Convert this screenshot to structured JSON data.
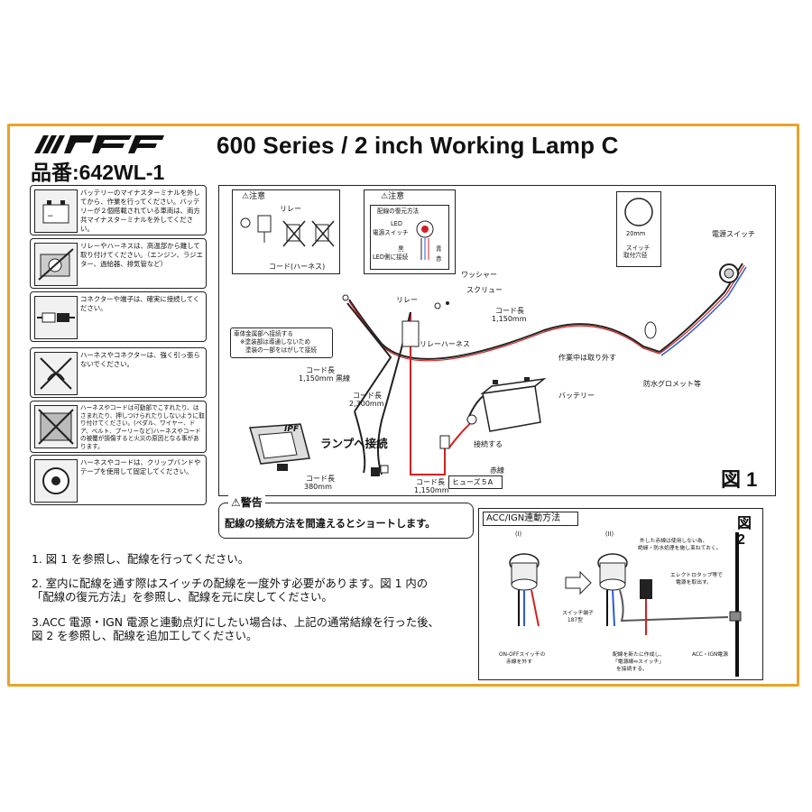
{
  "header": {
    "logo": "IPF",
    "title": "600 Series / 2 inch Working Lamp C",
    "part_number": "品番:642WL-1"
  },
  "tips": [
    {
      "icon": "battery-terminal-icon",
      "text": "バッテリーのマイナスターミナルを外してから、作業を行ってください。バッテリーが２個搭載されている車両は、両方共マイナスターミナルを外してください。"
    },
    {
      "icon": "engine-heat-icon",
      "text": "リレーやハーネスは、高温部から離して取り付けてください。（エンジン、ラジエター、過給器、排気管など）"
    },
    {
      "icon": "connector-icon",
      "text": "コネクターや端子は、確実に接続してください。"
    },
    {
      "icon": "pull-prohibited-icon",
      "text": "ハーネスやコネクターは、強く引っ張らないでください。"
    },
    {
      "icon": "moving-parts-icon",
      "text": "ハーネスやコードは可動部でこすれたり、はさまれたり、押しつけられたりしないように取り付けてください。(ペダル、ワイヤー、ドア、ベルト、プーリーなど)ハーネスやコードの被覆が損傷すると火災の原因となる事があります。"
    },
    {
      "icon": "clip-band-icon",
      "text": "ハーネスやコードは、クリップバンドやテープを使用して固定してください。"
    }
  ],
  "figure1": {
    "caution1": {
      "title": "注意",
      "relay": "リレー",
      "cord": "コード(ハーネス)"
    },
    "caution2": {
      "title": "注意",
      "heading": "配線の復元方法",
      "led": "LED",
      "switch": "電源スイッチ",
      "black": "黒",
      "led_side": "LED側に接続",
      "blue": "青",
      "red": "赤"
    },
    "hole": {
      "size": "20mm",
      "caption1": "スイッチ",
      "caption2": "取付穴径"
    },
    "labels": {
      "power_switch": "電源スイッチ",
      "washer": "ワッシャー",
      "screw": "スクリュー",
      "relay": "リレー",
      "cord_1150_top_a": "コード長",
      "cord_1150_top_b": "1,150mm",
      "relay_harness": "リレーハーネス",
      "body_metal_a": "車体金属部へ接続する",
      "body_metal_b": "※塗装部は導通しないため",
      "body_metal_c": "塗装の一部をはがして接続",
      "cord_black_a": "コード長",
      "cord_black_b": "1,150mm 黒線",
      "remove_during": "作業中は取り外す",
      "grommet": "防水グロメット等",
      "cord_2300_a": "コード長",
      "cord_2300_b": "2,300mm",
      "battery": "バッテリー",
      "lamp_connect": "ランプへ接続",
      "connect": "接続する",
      "red_wire": "赤線",
      "fuse": "ヒューズ５A",
      "cord_380_a": "コード長",
      "cord_380_b": "380mm",
      "cord_1150_bot_a": "コード長",
      "cord_1150_bot_b": "1,150mm",
      "lamp_brand": "IPF"
    },
    "figure_label": "図 1"
  },
  "warning": {
    "title": "警告",
    "text": "配線の接続方法を間違えるとショートします。"
  },
  "instructions": [
    "1. 図 1 を参照し、配線を行ってください。",
    "2. 室内に配線を通す際はスイッチの配線を一度外す必要があります。図 1 内の",
    "「配線の復元方法」を参照し、配線を元に戻してください。",
    "3.ACC 電源・IGN 電源と連動点灯にしたい場合は、上記の通常結線を行った後、",
    "図 2 を参照し、配線を追加工してください。"
  ],
  "figure2": {
    "title": "ACC/IGN連動方法",
    "figure_label": "図 2",
    "step1": "(I)",
    "step2": "(II)",
    "note_red_a": "外した赤線は使用しない為、",
    "note_red_b": "絶縁・防水処理を施し束ねておく。",
    "electrotap_a": "エレクトロタップ等で",
    "electrotap_b": "電源を取出す。",
    "terminal_a": "スイッチ端子",
    "terminal_b": "187型",
    "onoff_a": "ON-OFFスイッチの",
    "onoff_b": "赤線を外す",
    "new_wire_a": "配線を新たに作成し、",
    "new_wire_b": "「電源線⇔スイッチ」",
    "new_wire_c": "を接続する。",
    "acc": "ACC・IGN電源"
  },
  "colors": {
    "frame": "#e9a227",
    "red_wire": "#d42020",
    "blue_wire": "#2a5bd7",
    "black_wire": "#111111"
  }
}
